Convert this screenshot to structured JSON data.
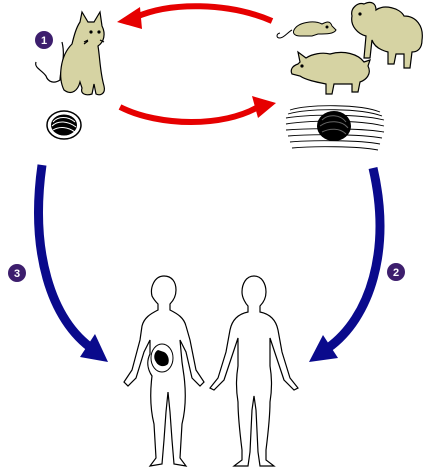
{
  "steps": [
    {
      "label": "1",
      "meaning": "cat-definitive-host"
    },
    {
      "label": "2",
      "meaning": "transmission-from-intermediate-hosts-to-human"
    },
    {
      "label": "3",
      "meaning": "transmission-from-cat-oocyst-to-human"
    }
  ],
  "colors": {
    "step_badge": "#3d1e6d",
    "cat_to_intermediate_arrow": "#e60000",
    "to_human_arrow": "#0a0a8c",
    "animal_fill": "#d6d3a3",
    "outline": "#000000",
    "background": "#ffffff"
  },
  "icons": {
    "definitive_host": "cat-icon",
    "intermediate_hosts": [
      "mouse-icon",
      "sheep-icon",
      "pig-icon"
    ],
    "oocyst": "oocyst-icon",
    "tissue_cyst": "tissue-cyst-icon",
    "humans": [
      "pregnant-woman-icon",
      "man-icon"
    ],
    "fetus": "fetus-icon"
  }
}
